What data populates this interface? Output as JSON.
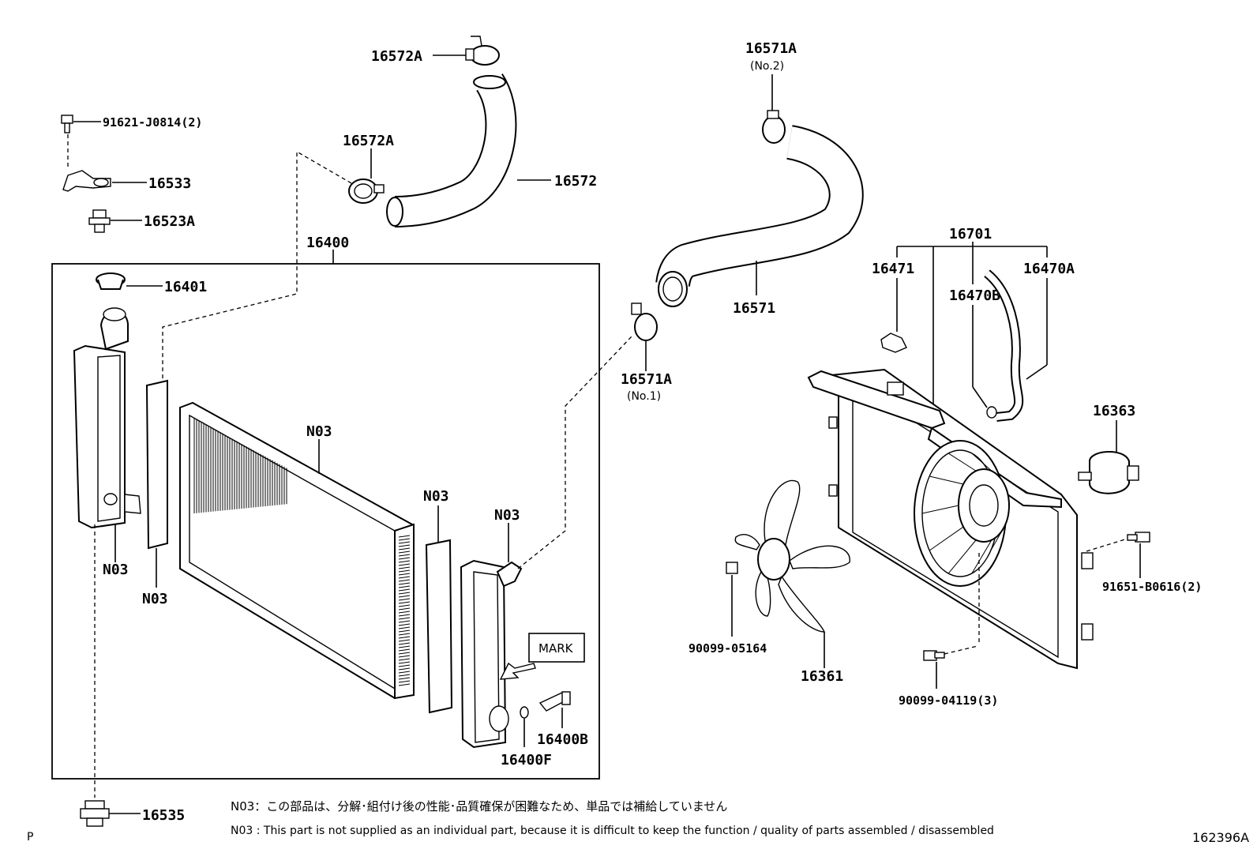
{
  "labels": {
    "hose_clamp_top": "16572A",
    "hose_clamp_mid": "16572A",
    "upper_hose": "16572",
    "bolt_top": "91621-J0814(2)",
    "bracket": "16533",
    "cushion": "16523A",
    "radiator_assy": "16400",
    "radiator_cap": "16401",
    "clamp_no2": "16571A",
    "clamp_no2_sub": "(No.2)",
    "lower_hose": "16571",
    "clamp_no1": "16571A",
    "clamp_no1_sub": "(No.1)",
    "shroud_group": "16701",
    "hose_clip": "16471",
    "hose_b": "16470B",
    "hose_a": "16470A",
    "fan_motor": "16363",
    "bolt_right": "91651-B0616(2)",
    "nut": "90099-05164",
    "fan": "16361",
    "bolt_bottom": "90099-04119(3)",
    "core": "N03",
    "tank_left": "N03",
    "seal_left": "N03",
    "seal_right": "N03",
    "tank_right": "N03",
    "mark": "MARK",
    "drain_cock": "16400B",
    "drain_oring": "16400F",
    "lower_cushion": "16535",
    "page_letter": "P",
    "figure_id": "162396A"
  },
  "notes": {
    "jp": "N03：この部品は、分解･組付け後の性能･品質確保が困難なため、単品では補給していません",
    "en": "N03 : This part is not supplied as an individual part, because it is difficult to keep the function / quality of parts assembled / disassembled"
  }
}
